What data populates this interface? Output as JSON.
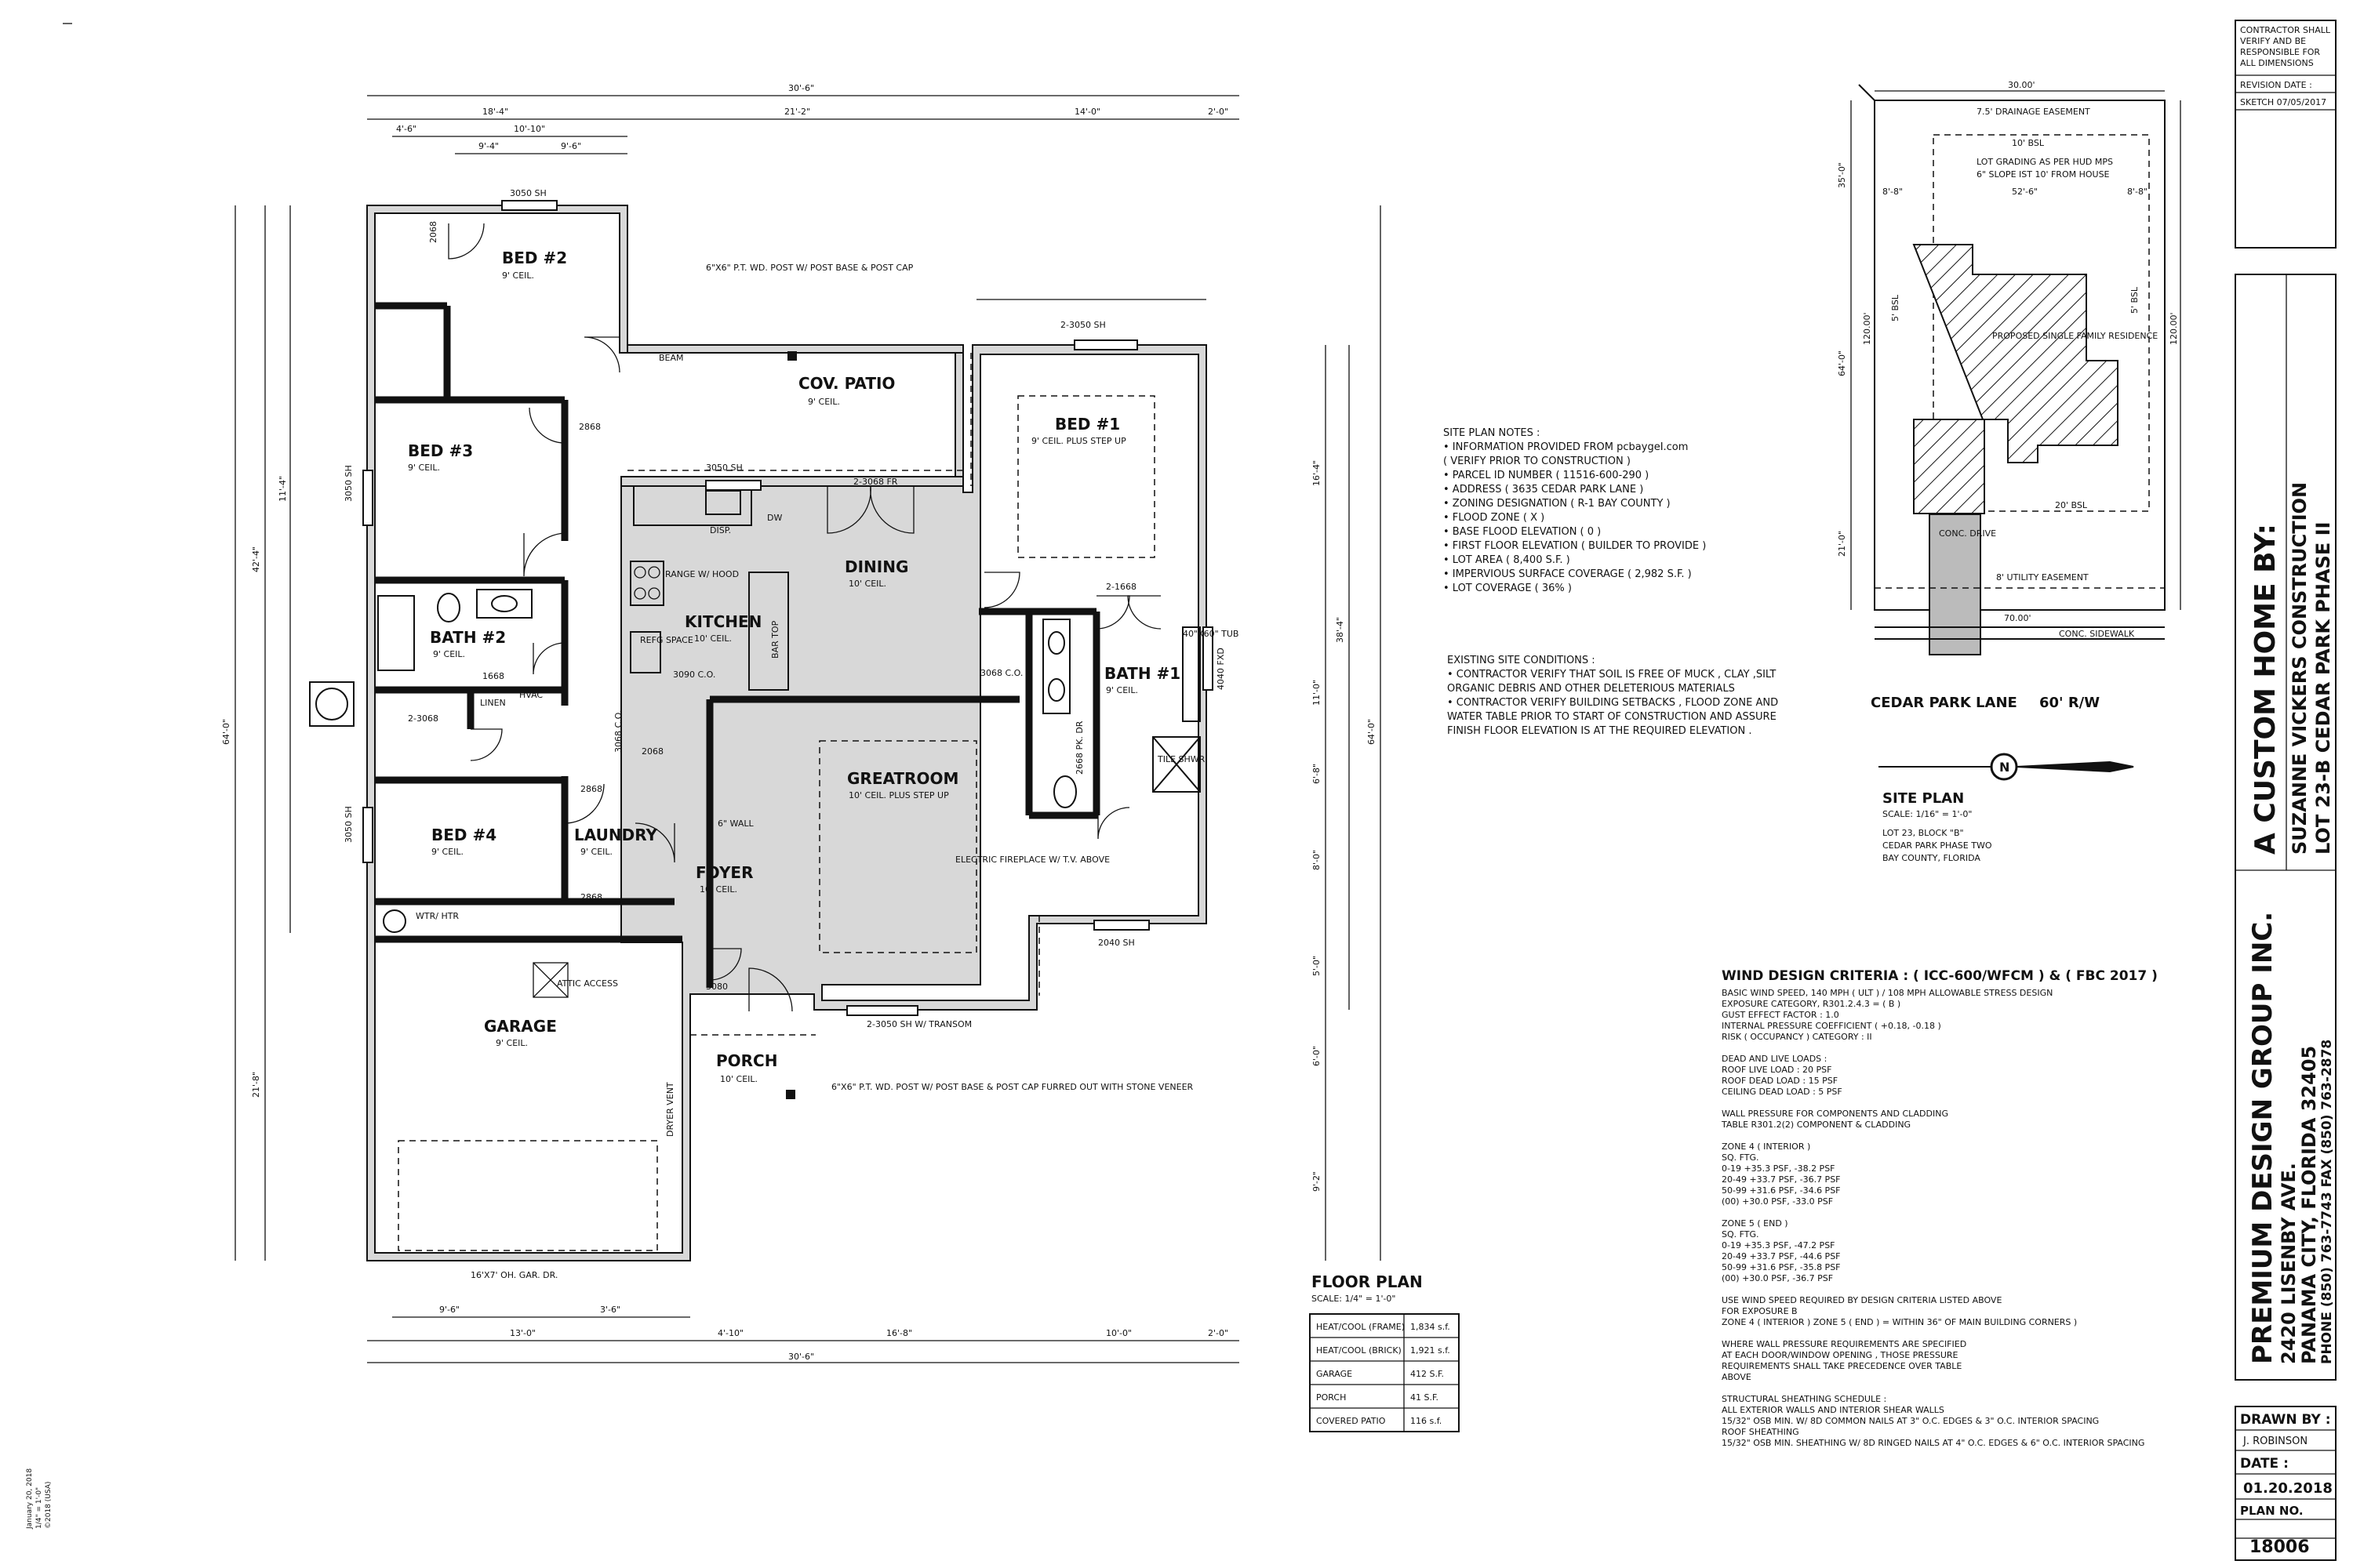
{
  "floor_plan": {
    "rooms": [
      {
        "name": "BED #2",
        "sub": "9' CEIL."
      },
      {
        "name": "BED #3",
        "sub": "9' CEIL."
      },
      {
        "name": "BATH #2",
        "sub": "9' CEIL."
      },
      {
        "name": "BED #4",
        "sub": "9' CEIL."
      },
      {
        "name": "LAUNDRY",
        "sub": "9' CEIL."
      },
      {
        "name": "GARAGE",
        "sub": "9' CEIL."
      },
      {
        "name": "COV. PATIO",
        "sub": "9' CEIL."
      },
      {
        "name": "KITCHEN",
        "sub": "10' CEIL."
      },
      {
        "name": "DINING",
        "sub": "10' CEIL."
      },
      {
        "name": "GREATROOM",
        "sub": "10' CEIL. PLUS STEP UP"
      },
      {
        "name": "FOYER",
        "sub": "10' CEIL."
      },
      {
        "name": "PORCH",
        "sub": "10' CEIL."
      },
      {
        "name": "BED #1",
        "sub": "9' CEIL. PLUS STEP UP"
      },
      {
        "name": "BATH #1",
        "sub": "9' CEIL."
      }
    ],
    "dims_top": [
      "30'-6\"",
      "18'-4\"",
      "21'-2\"",
      "14'-0\"",
      "2'-0\"",
      "4'-6\"",
      "10'-10\"",
      "9'-4\"",
      "9'-6\""
    ],
    "dims_bottom": [
      "30'-6\"",
      "13'-0\"",
      "4'-10\"",
      "16'-8\"",
      "10'-0\"",
      "2'-0\"",
      "9'-6\"",
      "3'-6\""
    ],
    "dims_left": [
      "64'-0\"",
      "42'-4\"",
      "21'-8\"",
      "11'-4\""
    ],
    "dims_right": [
      "64'-0\"",
      "38'-4\"",
      "16'-4\"",
      "11'-0\"",
      "6'-8\"",
      "8'-0\"",
      "6'-0\"",
      "5'-0\"",
      "9'-2\""
    ],
    "callouts": [
      "3050 SH",
      "2068",
      "2868",
      "3050 SH",
      "1668",
      "LINEN",
      "HVAC",
      "2-3068",
      "2068",
      "3068 C.O.",
      "3050 SH",
      "2868",
      "2868",
      "2-3068 FR",
      "3050 SH",
      "DISP.",
      "DW",
      "RANGE W/ HOOD",
      "REFG SPACE",
      "3090 C.O.",
      "BAR TOP",
      "BEAM",
      "6\"X6\" P.T. WD. POST W/ POST BASE & POST CAP",
      "2-3050 SH",
      "2-1668",
      "3068 C.O.",
      "2668 PK. DR",
      "40\"X60\" TUB",
      "4040 FXD",
      "TILE SHWR",
      "2040 SH",
      "ELECTRIC FIREPLACE W/ T.V. ABOVE",
      "6\" WALL",
      "WTR/ HTR",
      "ATTIC ACCESS",
      "DRYER VENT",
      "2-3050 SH W/ TRANSOM",
      "6\"X6\" P.T. WD. POST W/ POST BASE & POST CAP FURRED OUT WITH STONE VENEER",
      "16'X7' OH. GAR. DR.",
      "3080"
    ],
    "title": "FLOOR PLAN",
    "scale": "SCALE: 1/4\" = 1'-0\""
  },
  "area_table": [
    {
      "label": "HEAT/COOL (FRAME)",
      "value": "1,834 s.f."
    },
    {
      "label": "HEAT/COOL (BRICK)",
      "value": "1,921 s.f."
    },
    {
      "label": "GARAGE",
      "value": "412 S.F."
    },
    {
      "label": "PORCH",
      "value": "41 S.F."
    },
    {
      "label": "COVERED PATIO",
      "value": "116 s.f."
    }
  ],
  "site_notes": {
    "title": "SITE PLAN NOTES :",
    "lines": [
      "• INFORMATION PROVIDED FROM pcbaygeI.com",
      "  ( VERIFY PRIOR TO CONSTRUCTION )",
      "• PARCEL ID NUMBER ( 11516-600-290 )",
      "• ADDRESS ( 3635 CEDAR PARK LANE )",
      "• ZONING DESIGNATION ( R-1 BAY COUNTY )",
      "• FLOOD ZONE ( X )",
      "• BASE FLOOD ELEVATION ( 0 )",
      "• FIRST FLOOR ELEVATION ( BUILDER TO PROVIDE )",
      "• LOT AREA ( 8,400 S.F. )",
      "• IMPERVIOUS SURFACE COVERAGE ( 2,982 S.F. )",
      "• LOT COVERAGE ( 36% )"
    ]
  },
  "existing_conditions": {
    "title": "EXISTING SITE CONDITIONS :",
    "lines": [
      "• CONTRACTOR VERIFY THAT SOIL IS FREE OF MUCK , CLAY ,SILT",
      "ORGANIC DEBRIS AND OTHER DELETERIOUS MATERIALS",
      "• CONTRACTOR VERIFY BUILDING SETBACKS , FLOOD ZONE AND",
      "WATER TABLE PRIOR TO START OF CONSTRUCTION AND ASSURE",
      "FINISH FLOOR ELEVATION IS AT THE REQUIRED ELEVATION ."
    ]
  },
  "site_plan": {
    "labels": [
      "30.00'",
      "7.5' DRAINAGE EASEMENT",
      "10' BSL",
      "LOT GRADING AS PER HUD MPS",
      "6\" SLOPE IST 10' FROM HOUSE",
      "8'-8\"",
      "52'-6\"",
      "8'-8\"",
      "PROPOSED SINGLE FAMILY RESIDENCE",
      "5' BSL",
      "5' BSL",
      "120.00'",
      "120.00'",
      "20' BSL",
      "CONC. DRIVE",
      "8' UTILITY EASEMENT",
      "70.00'",
      "CONC. SIDEWALK",
      "35'-0\"",
      "64'-0\"",
      "21'-0\""
    ],
    "street": "CEDAR PARK LANE",
    "row": "60' R/W",
    "north": "N",
    "title": "SITE PLAN",
    "scale": "SCALE: 1/16\" = 1'-0\"",
    "legal": [
      "LOT 23, BLOCK \"B\"",
      "CEDAR PARK PHASE TWO",
      "BAY COUNTY, FLORIDA"
    ]
  },
  "wind": {
    "title": "WIND DESIGN CRITERIA : ( ICC-600/WFCM ) & ( FBC 2017 )",
    "lines": [
      "BASIC WIND SPEED, 140 MPH ( ULT ) / 108 MPH ALLOWABLE STRESS DESIGN",
      "EXPOSURE CATEGORY, R301.2.4.3 = ( B )",
      "GUST EFFECT FACTOR : 1.0",
      "INTERNAL PRESSURE COEFFICIENT ( +0.18, -0.18 )",
      "RISK ( OCCUPANCY ) CATEGORY : II",
      "",
      "DEAD AND LIVE LOADS :",
      "ROOF LIVE LOAD : 20 PSF",
      "ROOF DEAD LOAD : 15 PSF",
      "CEILING DEAD LOAD : 5 PSF",
      "",
      "WALL PRESSURE FOR COMPONENTS AND CLADDING",
      "TABLE R301.2(2) COMPONENT & CLADDING",
      "",
      "ZONE 4 ( INTERIOR )",
      "SQ. FTG.",
      "0-19   +35.3 PSF, -38.2 PSF",
      "20-49  +33.7 PSF, -36.7 PSF",
      "50-99  +31.6 PSF, -34.6 PSF",
      "(00)   +30.0 PSF, -33.0 PSF",
      "",
      "ZONE 5 ( END )",
      "SQ. FTG.",
      "0-19   +35.3 PSF, -47.2 PSF",
      "20-49  +33.7 PSF, -44.6 PSF",
      "50-99  +31.6 PSF, -35.8 PSF",
      "(00)   +30.0 PSF, -36.7 PSF",
      "",
      "USE WIND SPEED REQUIRED BY DESIGN CRITERIA LISTED ABOVE",
      "FOR EXPOSURE B",
      "ZONE 4 ( INTERIOR )  ZONE 5 ( END ) = WITHIN 36\" OF MAIN BUILDING CORNERS )",
      "",
      "WHERE WALL PRESSURE REQUIREMENTS ARE SPECIFIED",
      "AT EACH DOOR/WINDOW OPENING , THOSE PRESSURE",
      "REQUIREMENTS SHALL TAKE PRECEDENCE OVER TABLE",
      "ABOVE",
      "",
      "STRUCTURAL SHEATHING SCHEDULE :",
      "ALL EXTERIOR WALLS AND INTERIOR SHEAR WALLS",
      "15/32\" OSB MIN. W/ 8D COMMON NAILS AT 3\" O.C. EDGES & 3\" O.C. INTERIOR SPACING",
      "ROOF SHEATHING",
      "15/32\" OSB MIN. SHEATHING W/ 8D RINGED NAILS AT 4\" O.C. EDGES & 6\" O.C. INTERIOR SPACING"
    ]
  },
  "title_block": {
    "notice": [
      "CONTRACTOR SHALL",
      "VERIFY AND BE",
      "RESPONSIBLE FOR",
      "ALL DIMENSIONS"
    ],
    "revision": "REVISION DATE :",
    "sketch": "SKETCH 07/05/2017",
    "custom_home": "A CUSTOM HOME BY:",
    "builder": "SUZANNE VICKERS CONSTRUCTION",
    "lot": "LOT 23-B CEDAR PARK PHASE II",
    "company": "PREMIUM DESIGN GROUP INC.",
    "address": "2420 LISENBY AVE.",
    "city": "PANAMA CITY, FLORIDA 32405",
    "phone": "PHONE (850) 763-7743 FAX (850) 763-2878",
    "drawn_by_label": "DRAWN BY :",
    "drawn_by": "J. ROBINSON",
    "date_label": "DATE :",
    "date": "01.20.2018",
    "plan_no_label": "PLAN NO.",
    "plan_no": "18006"
  },
  "margin_stamp": [
    "January 20, 2018",
    "1/4\" = 1'-0\"",
    "©2018 (USA)"
  ]
}
